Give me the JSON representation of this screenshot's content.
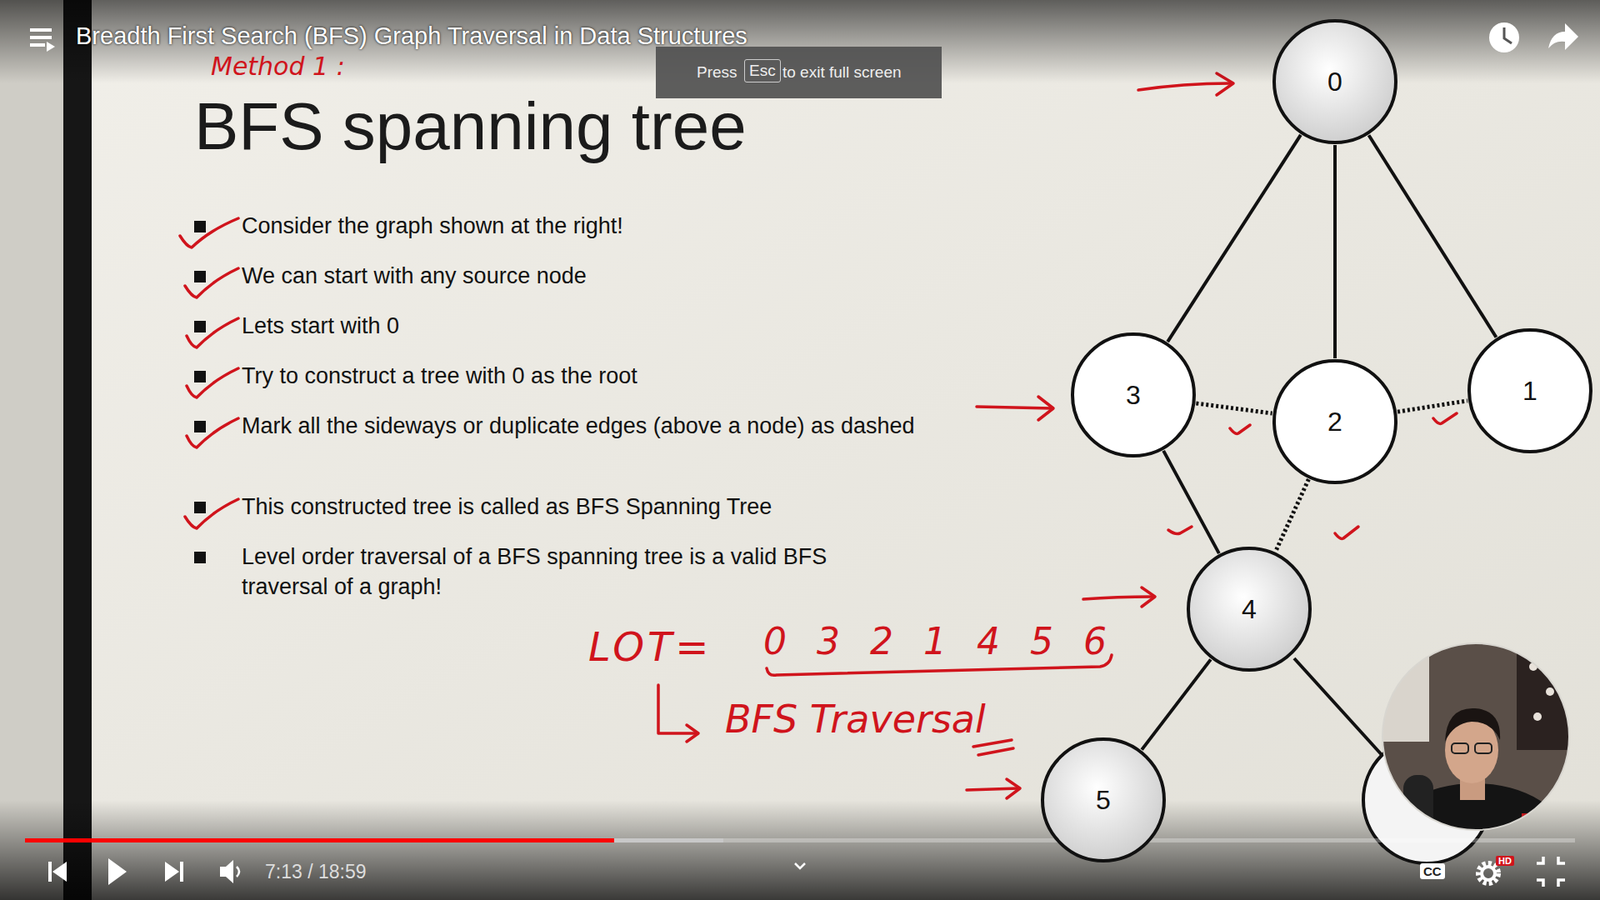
{
  "diagram": {
    "title": "BFS spanning tree",
    "nodes": [
      {
        "text": [
          "0"
        ]
      },
      {
        "text": [
          "3"
        ]
      },
      {
        "text": [
          "2"
        ]
      },
      {
        "text": [
          "1"
        ]
      },
      {
        "text": [
          "4"
        ]
      },
      {
        "text": [
          "5"
        ]
      }
    ],
    "edges": [
      {
        "from": 0,
        "to": 1,
        "arrow": "none"
      },
      {
        "from": 0,
        "to": 2,
        "arrow": "none"
      },
      {
        "from": 0,
        "to": 3,
        "arrow": "none"
      },
      {
        "from": 1,
        "to": 2,
        "arrow": "none"
      },
      {
        "from": 2,
        "to": 3,
        "arrow": "none"
      },
      {
        "from": 1,
        "to": 4,
        "arrow": "none"
      },
      {
        "from": 2,
        "to": 4,
        "arrow": "none"
      },
      {
        "from": 4,
        "to": 5,
        "arrow": "none"
      }
    ],
    "labels": [
      "Breadth First Search (BFS) Graph Traversal in Data Structures",
      "Method 1 :",
      "Press",
      "Esc",
      "to exit full screen",
      "Consider the graph shown at the right!",
      "We can start with any source node",
      "Lets start with 0",
      "Try to construct a tree with 0 as the root",
      "Mark all the sideways or duplicate edges (above a node) as dashed",
      "This constructed tree is called as BFS Spanning Tree",
      "Level order traversal of a BFS spanning tree is a valid BFS traversal of a graph!",
      "LOT=",
      "0 3 2 1 4 5 6",
      "BFS Traversal",
      "7:13 / 18:59",
      "CC",
      "HD"
    ]
  }
}
